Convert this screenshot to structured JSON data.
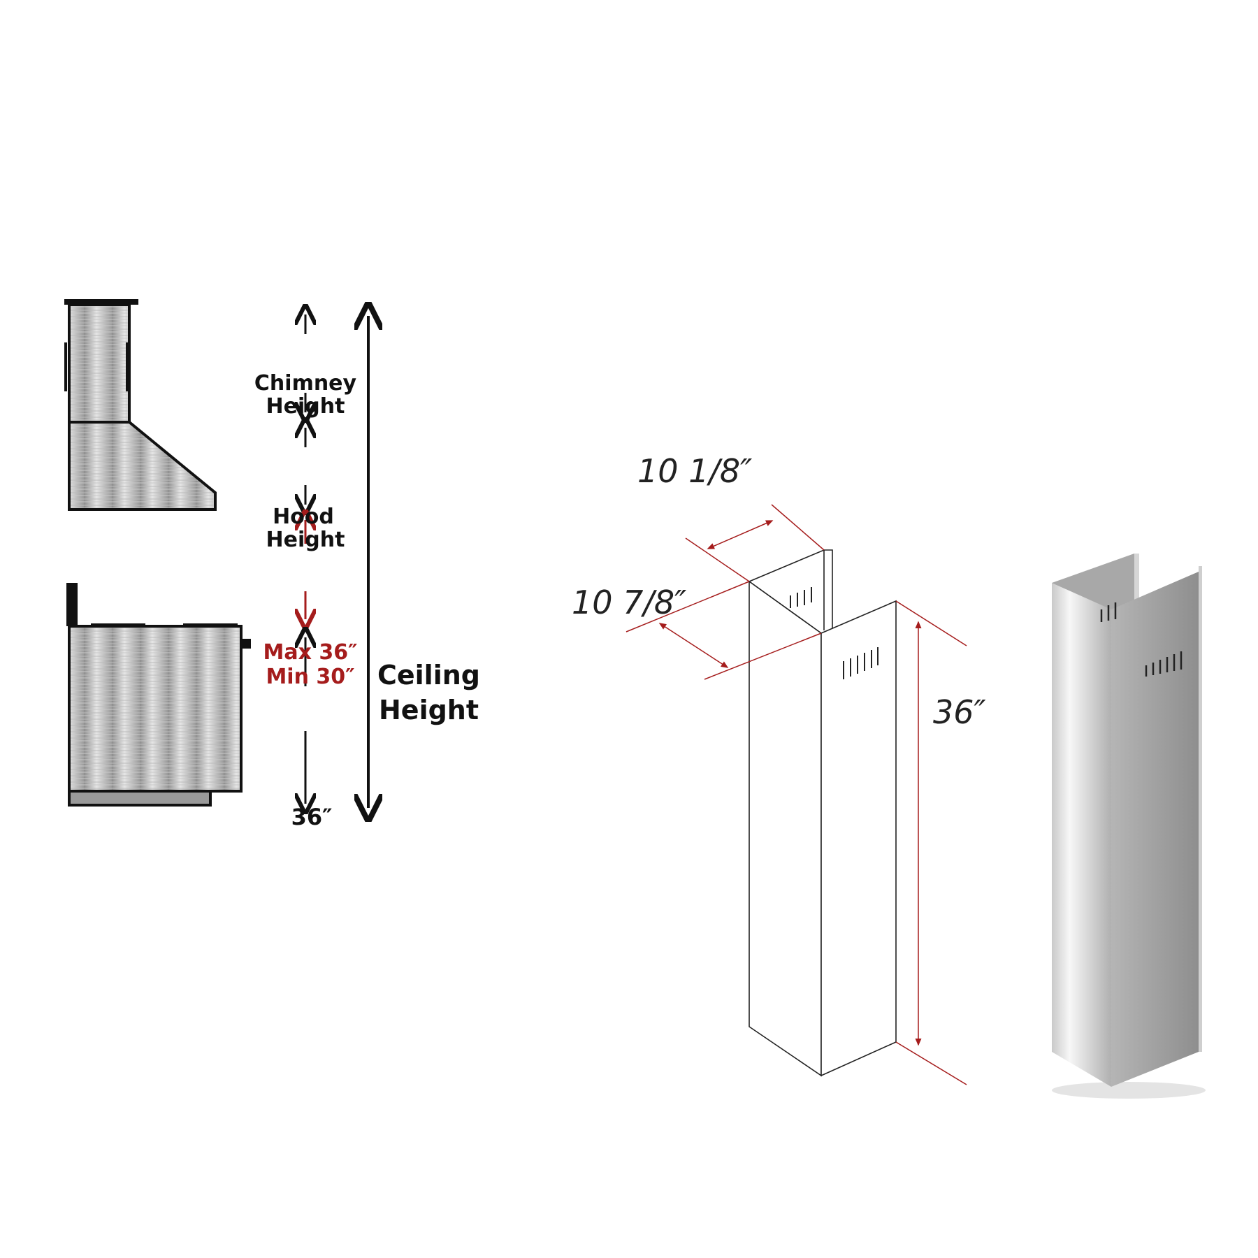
{
  "left_diagram": {
    "chimney_label_line1": "Chimney",
    "chimney_label_line2": "Height",
    "hood_label_line1": "Hood",
    "hood_label_line2": "Height",
    "clearance_max": "Max 36″",
    "clearance_min": "Min 30″",
    "range_height": "36″",
    "ceiling_label_line1": "Ceiling",
    "ceiling_label_line2": "Height"
  },
  "right_diagram": {
    "depth_label": "10 1/8″",
    "width_label": "10 7/8″",
    "height_label": "36″"
  },
  "colors": {
    "dimension_red": "#a51c1c",
    "outline": "#1a1a1a"
  }
}
